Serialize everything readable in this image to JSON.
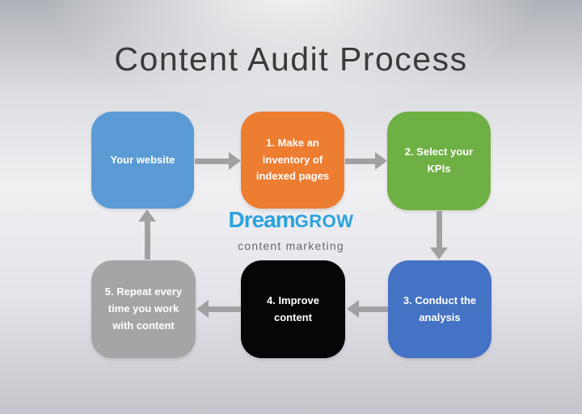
{
  "title": "Content Audit Process",
  "logo": {
    "brand": "DreamGROW",
    "brand_dream": "Dream",
    "brand_grow": "GROW",
    "tagline": "content marketing",
    "color": "#2AA2DE"
  },
  "diagram": {
    "arrow_color": "#A1A1A3",
    "nodes": [
      {
        "id": "your-website",
        "label": "Your website",
        "color": "#5B9BD5",
        "text_color": "#FFFFFF"
      },
      {
        "id": "make-inventory",
        "label": "1. Make an inventory of indexed pages",
        "color": "#ED7D31",
        "text_color": "#FFFFFF"
      },
      {
        "id": "select-kpis",
        "label": "2. Select your KPIs",
        "color": "#6FB044",
        "text_color": "#FFFFFF"
      },
      {
        "id": "conduct-analysis",
        "label": "3. Conduct the analysis",
        "color": "#4472C4",
        "text_color": "#FFFFFF"
      },
      {
        "id": "improve-content",
        "label": "4. Improve content",
        "color": "#060606",
        "text_color": "#FFFFFF"
      },
      {
        "id": "repeat",
        "label": "5. Repeat every time you work with content",
        "color": "#A5A5A5",
        "text_color": "#FFFFFF"
      }
    ],
    "edges": [
      {
        "from": "your-website",
        "to": "make-inventory"
      },
      {
        "from": "make-inventory",
        "to": "select-kpis"
      },
      {
        "from": "select-kpis",
        "to": "conduct-analysis"
      },
      {
        "from": "conduct-analysis",
        "to": "improve-content"
      },
      {
        "from": "improve-content",
        "to": "repeat"
      },
      {
        "from": "repeat",
        "to": "your-website"
      }
    ]
  }
}
